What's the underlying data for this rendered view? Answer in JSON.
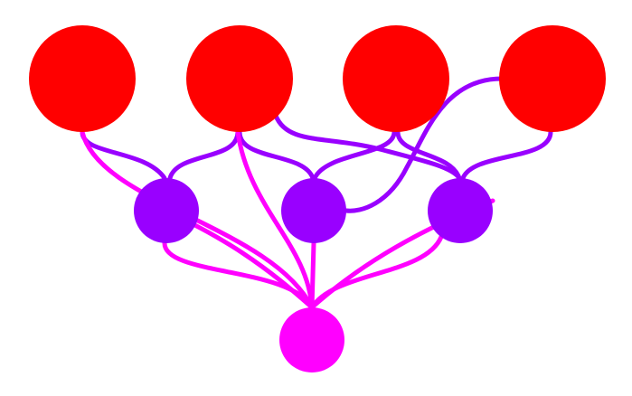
{
  "colors": {
    "background": "#ffffff",
    "top_node": "#ff0000",
    "middle_node": "#9900ff",
    "bottom_node": "#ff00ff",
    "top_to_middle_edge": "#9900ff",
    "to_bottom_edge": "#ff00ff"
  },
  "graph": {
    "layers": [
      {
        "name": "top",
        "nodes": [
          "t1",
          "t2",
          "t3",
          "t4"
        ]
      },
      {
        "name": "middle",
        "nodes": [
          "m1",
          "m2",
          "m3"
        ]
      },
      {
        "name": "bottom",
        "nodes": [
          "b1"
        ]
      }
    ],
    "edges": [
      {
        "from": "t1",
        "to": "m1",
        "kind": "top_to_middle_edge"
      },
      {
        "from": "t2",
        "to": "m1",
        "kind": "top_to_middle_edge"
      },
      {
        "from": "t2",
        "to": "m2",
        "kind": "top_to_middle_edge"
      },
      {
        "from": "t2",
        "to": "m3",
        "kind": "top_to_middle_edge"
      },
      {
        "from": "t3",
        "to": "m2",
        "kind": "top_to_middle_edge"
      },
      {
        "from": "t3",
        "to": "m3",
        "kind": "top_to_middle_edge"
      },
      {
        "from": "t4",
        "to": "m2",
        "kind": "top_to_middle_edge"
      },
      {
        "from": "t4",
        "to": "m3",
        "kind": "top_to_middle_edge"
      },
      {
        "from": "t1",
        "to": "m3",
        "kind": "to_bottom_edge"
      },
      {
        "from": "t1",
        "to": "b1",
        "kind": "to_bottom_edge"
      },
      {
        "from": "t2",
        "to": "b1",
        "kind": "to_bottom_edge"
      },
      {
        "from": "t4",
        "to": "m1",
        "kind": "to_bottom_edge"
      },
      {
        "from": "m1",
        "to": "b1",
        "kind": "to_bottom_edge"
      },
      {
        "from": "m2",
        "to": "b1",
        "kind": "to_bottom_edge"
      },
      {
        "from": "m3",
        "to": "b1",
        "kind": "to_bottom_edge"
      }
    ]
  }
}
